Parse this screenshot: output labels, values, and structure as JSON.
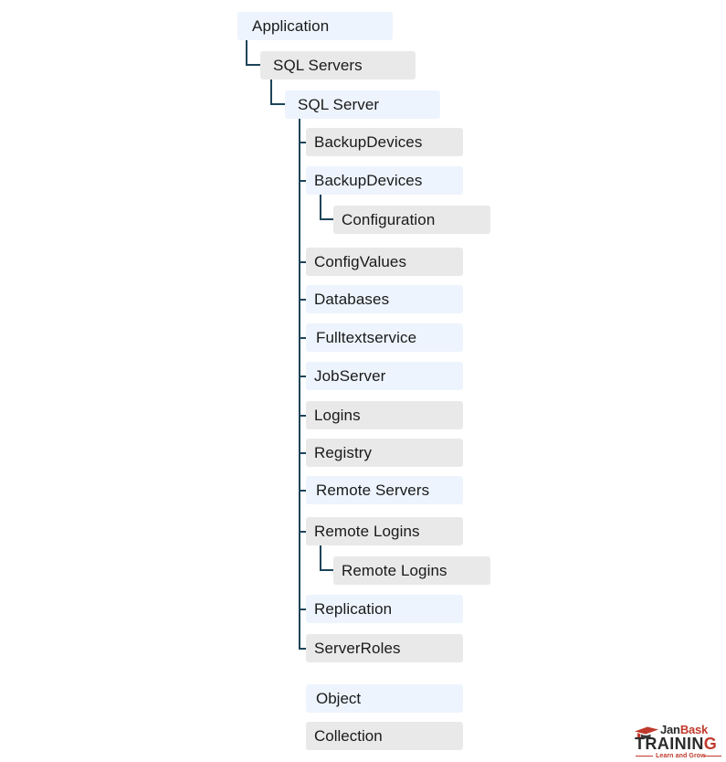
{
  "diagram": {
    "title": "SQL Server object hierarchy tree",
    "colors": {
      "object_fill": "#edf4fd",
      "collection_fill": "#e9e9e9",
      "connector": "#1d4459",
      "text": "#1a1a1a",
      "background": "#ffffff"
    },
    "root_chain": [
      {
        "label": "Application",
        "fill": "object"
      },
      {
        "label": "SQL Servers",
        "fill": "collection"
      },
      {
        "label": "SQL Server",
        "fill": "object"
      }
    ],
    "children": [
      {
        "label": "BackupDevices",
        "fill": "collection"
      },
      {
        "label": "BackupDevices",
        "fill": "object",
        "child": {
          "label": "Configuration",
          "fill": "collection"
        }
      },
      {
        "label": "ConfigValues",
        "fill": "collection"
      },
      {
        "label": "Databases",
        "fill": "object"
      },
      {
        "label": "Fulltextservice",
        "fill": "object"
      },
      {
        "label": "JobServer",
        "fill": "object"
      },
      {
        "label": "Logins",
        "fill": "collection"
      },
      {
        "label": "Registry",
        "fill": "collection"
      },
      {
        "label": "Remote Servers",
        "fill": "object"
      },
      {
        "label": "Remote Logins",
        "fill": "collection",
        "child": {
          "label": "Remote Logins",
          "fill": "collection"
        }
      },
      {
        "label": "Replication",
        "fill": "object"
      },
      {
        "label": "ServerRoles",
        "fill": "collection"
      }
    ],
    "legend": [
      {
        "label": "Object",
        "fill": "object"
      },
      {
        "label": "Collection",
        "fill": "collection"
      }
    ]
  },
  "logo": {
    "icon": "graduation-cap-icon",
    "word_part_1": "Jan",
    "word_part_2": "Bask",
    "word_main_a": "TRAININ",
    "word_main_g": "G",
    "tagline": "Learn and Grow",
    "accent_color": "#c0392b"
  }
}
